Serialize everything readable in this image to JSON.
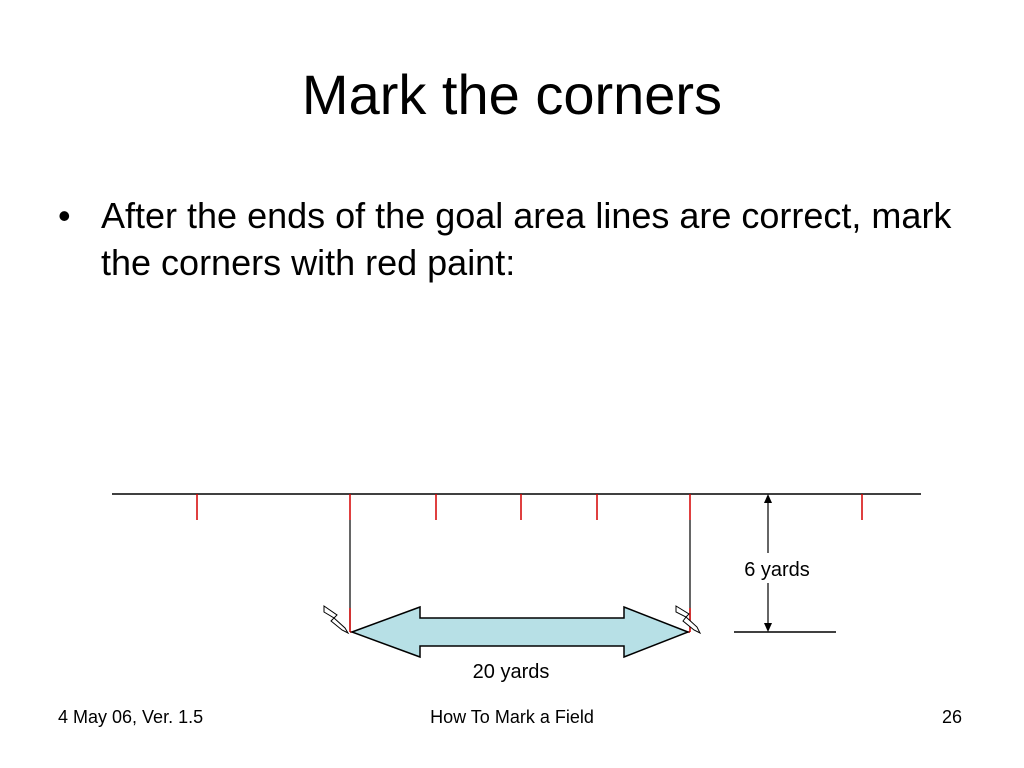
{
  "slide": {
    "title": "Mark the corners",
    "bullet": "After the ends of the goal area lines are correct, mark the corners with red paint:",
    "bullet_marker": "•"
  },
  "diagram": {
    "width_label": "20 yards",
    "depth_label": "6 yards",
    "colors": {
      "line": "#000000",
      "paint": "#d40000",
      "arrow_fill": "#b7e0e6"
    }
  },
  "footer": {
    "left": "4 May 06, Ver. 1.5",
    "center": "How To Mark a Field",
    "right": "26"
  }
}
